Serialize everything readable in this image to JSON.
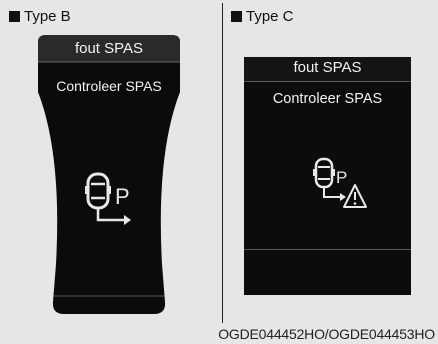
{
  "type_b": {
    "header": "Type B",
    "title": "fout SPAS",
    "message": "Controleer SPAS",
    "icon": "parking-assist-icon"
  },
  "type_c": {
    "header": "Type C",
    "title": "fout SPAS",
    "message": "Controleer SPAS",
    "icon": "parking-assist-warning-icon"
  },
  "caption": "OGDE044452HO/OGDE044453HO"
}
